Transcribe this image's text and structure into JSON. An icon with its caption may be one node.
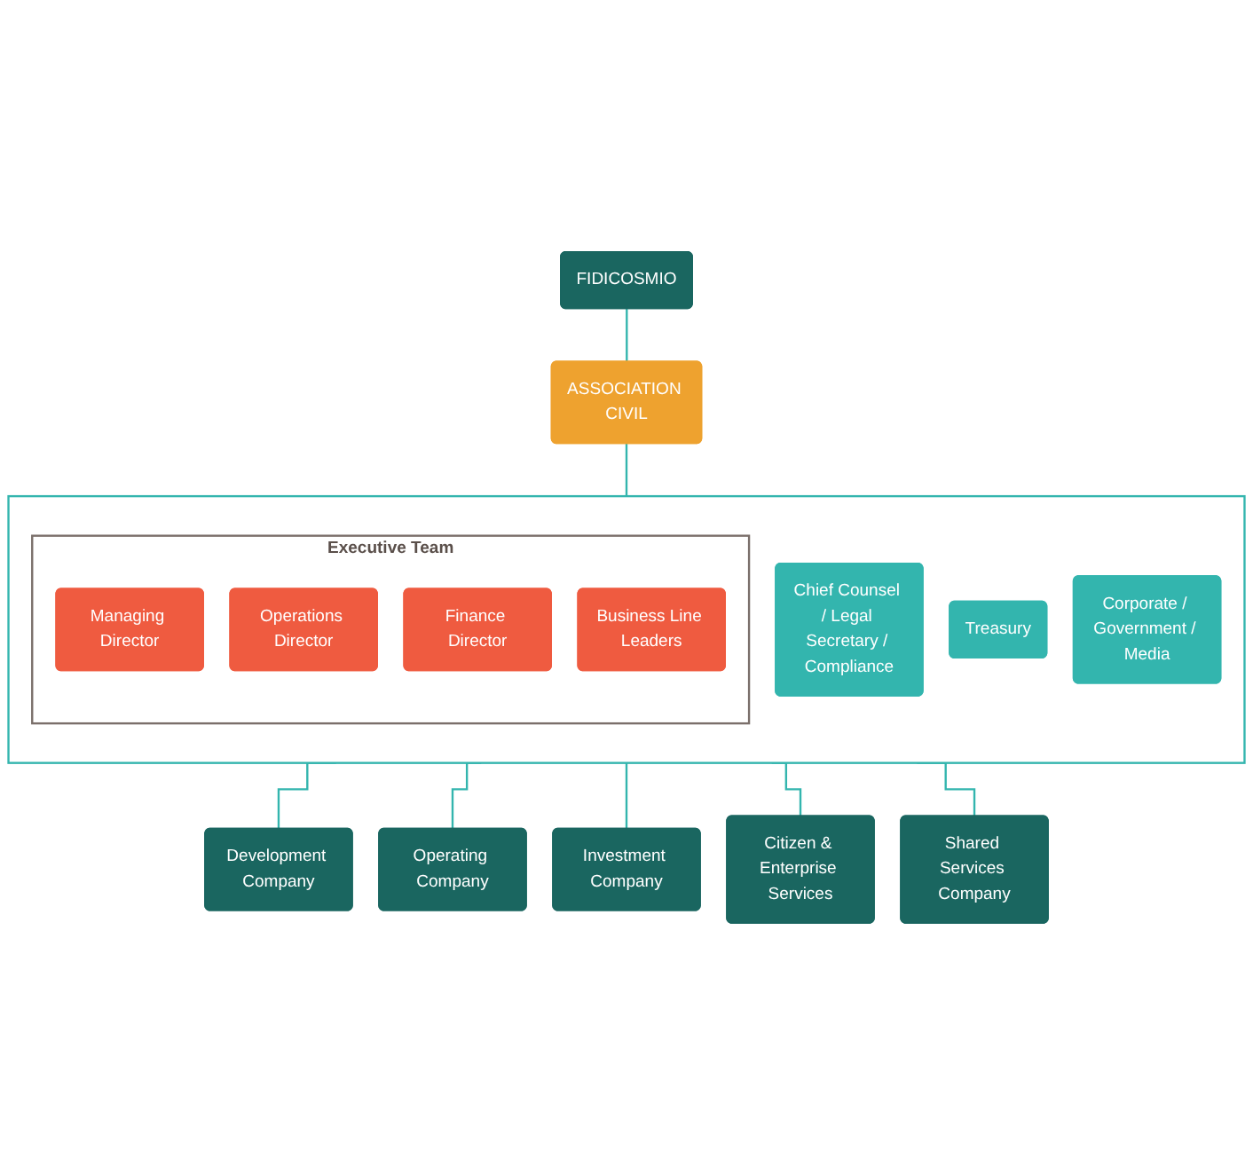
{
  "diagram": {
    "nodes": [
      {
        "text": [
          "FIDICOSMIO"
        ]
      },
      {
        "text": [
          "ASSOCIATION CIVIL"
        ]
      },
      {
        "text": [],
        "shape": "box"
      },
      {
        "text": [
          "Executive Team"
        ],
        "in": 2
      },
      {
        "text": [
          "Managing Director"
        ],
        "in": 3
      },
      {
        "text": [
          "Operations Director"
        ],
        "in": 3
      },
      {
        "text": [
          "Finance Director"
        ],
        "in": 3
      },
      {
        "text": [
          "Business Line Leaders"
        ],
        "in": 3
      },
      {
        "text": [
          "Chief Counsel / Legal Secretary / Compliance"
        ],
        "in": 2
      },
      {
        "text": [
          "Treasury"
        ],
        "in": 2
      },
      {
        "text": [
          "Corporate / Government / Media"
        ],
        "in": 2
      },
      {
        "text": [
          "Development Company"
        ]
      },
      {
        "text": [
          "Operating Company"
        ]
      },
      {
        "text": [
          "Investment Company"
        ]
      },
      {
        "text": [
          "Citizen & Enterprise Services"
        ]
      },
      {
        "text": [
          "Shared Services Company"
        ]
      }
    ],
    "edges": [
      {
        "from": 0,
        "to": 1,
        "arrow": "none"
      },
      {
        "from": 1,
        "to": 2,
        "arrow": "none"
      },
      {
        "from": 2,
        "to": 11,
        "arrow": "none"
      },
      {
        "from": 2,
        "to": 12,
        "arrow": "none"
      },
      {
        "from": 2,
        "to": 13,
        "arrow": "none"
      },
      {
        "from": 2,
        "to": 14,
        "arrow": "none"
      },
      {
        "from": 2,
        "to": 15,
        "arrow": "none"
      }
    ]
  }
}
